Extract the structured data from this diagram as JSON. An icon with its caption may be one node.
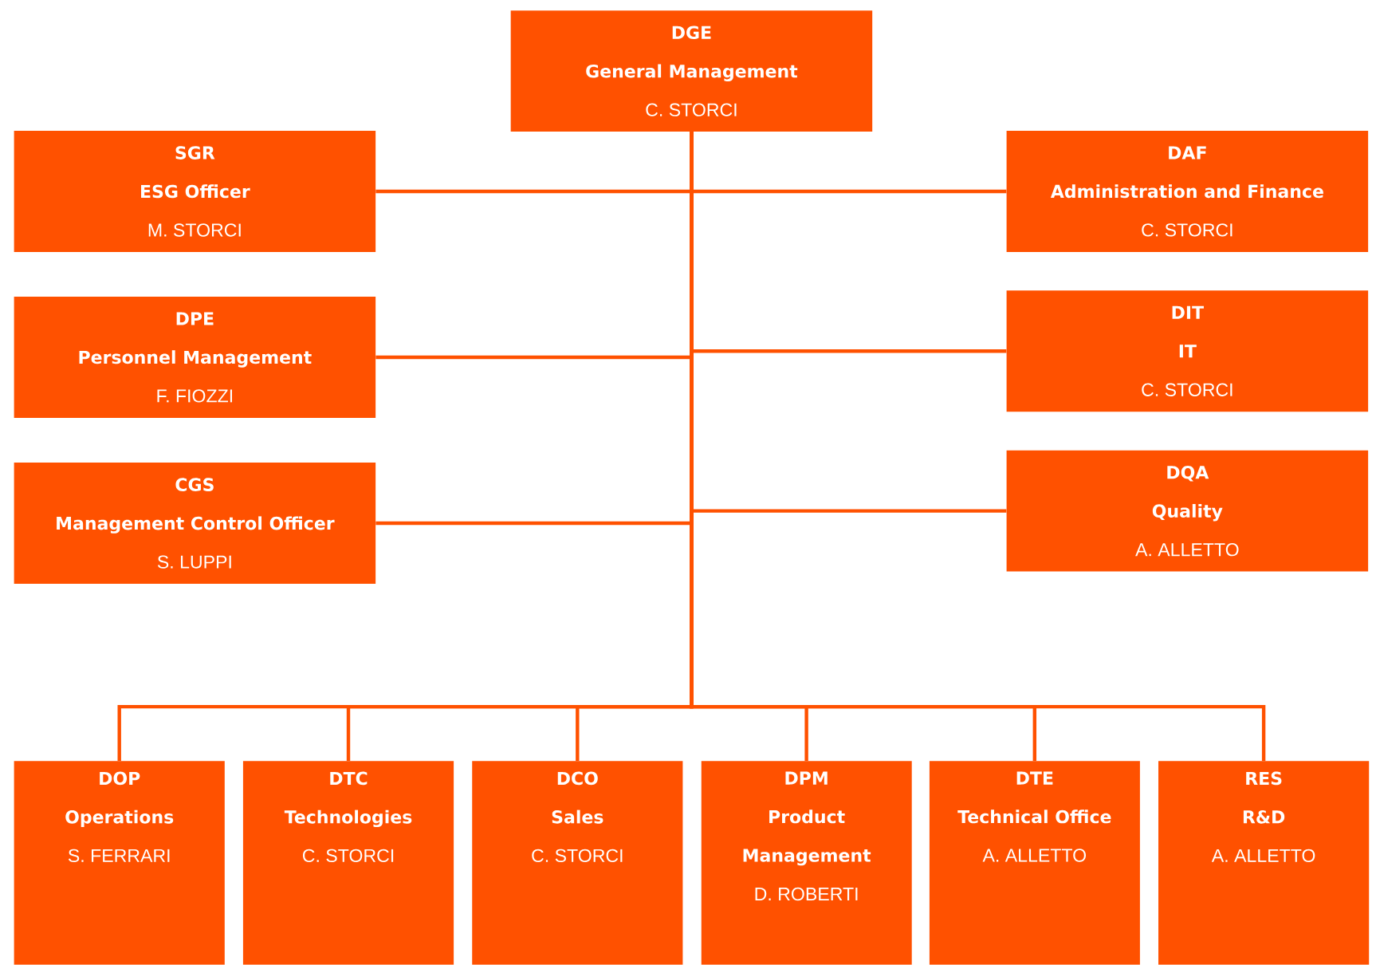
{
  "diagram": {
    "nodes": [
      {
        "text": [
          "DGE",
          "General Management",
          "C. STORCI"
        ]
      },
      {
        "text": [
          "SGR",
          "ESG Officer",
          "M. STORCI"
        ]
      },
      {
        "text": [
          "DAF",
          "Administration and Finance",
          "C. STORCI"
        ]
      },
      {
        "text": [
          "DPE",
          "Personnel Management",
          "F. FIOZZI"
        ]
      },
      {
        "text": [
          "DIT",
          "IT",
          "C. STORCI"
        ]
      },
      {
        "text": [
          "CGS",
          "Management Control Officer",
          "S. LUPPI"
        ]
      },
      {
        "text": [
          "DQA",
          "Quality",
          "A. ALLETTO"
        ]
      },
      {
        "text": [
          "DOP",
          "Operations",
          "S. FERRARI"
        ]
      },
      {
        "text": [
          "DTC",
          "Technologies",
          "C. STORCI"
        ]
      },
      {
        "text": [
          "DCO",
          "Sales",
          "C. STORCI"
        ]
      },
      {
        "text": [
          "DPM",
          "Product Management",
          "D. ROBERTI"
        ]
      },
      {
        "text": [
          "DTE",
          "Technical Office",
          "A. ALLETTO"
        ]
      },
      {
        "text": [
          "RES",
          "R&D",
          "A. ALLETTO"
        ]
      }
    ],
    "edges": [
      {
        "from": 0,
        "to": 1,
        "arrow": "none"
      },
      {
        "from": 0,
        "to": 2,
        "arrow": "none"
      },
      {
        "from": 0,
        "to": 3,
        "arrow": "none"
      },
      {
        "from": 0,
        "to": 4,
        "arrow": "none"
      },
      {
        "from": 0,
        "to": 5,
        "arrow": "none"
      },
      {
        "from": 0,
        "to": 6,
        "arrow": "none"
      },
      {
        "from": 0,
        "to": 7,
        "arrow": "none"
      },
      {
        "from": 0,
        "to": 8,
        "arrow": "none"
      },
      {
        "from": 0,
        "to": 9,
        "arrow": "none"
      },
      {
        "from": 0,
        "to": 10,
        "arrow": "none"
      },
      {
        "from": 0,
        "to": 11,
        "arrow": "none"
      },
      {
        "from": 0,
        "to": 12,
        "arrow": "none"
      }
    ]
  }
}
